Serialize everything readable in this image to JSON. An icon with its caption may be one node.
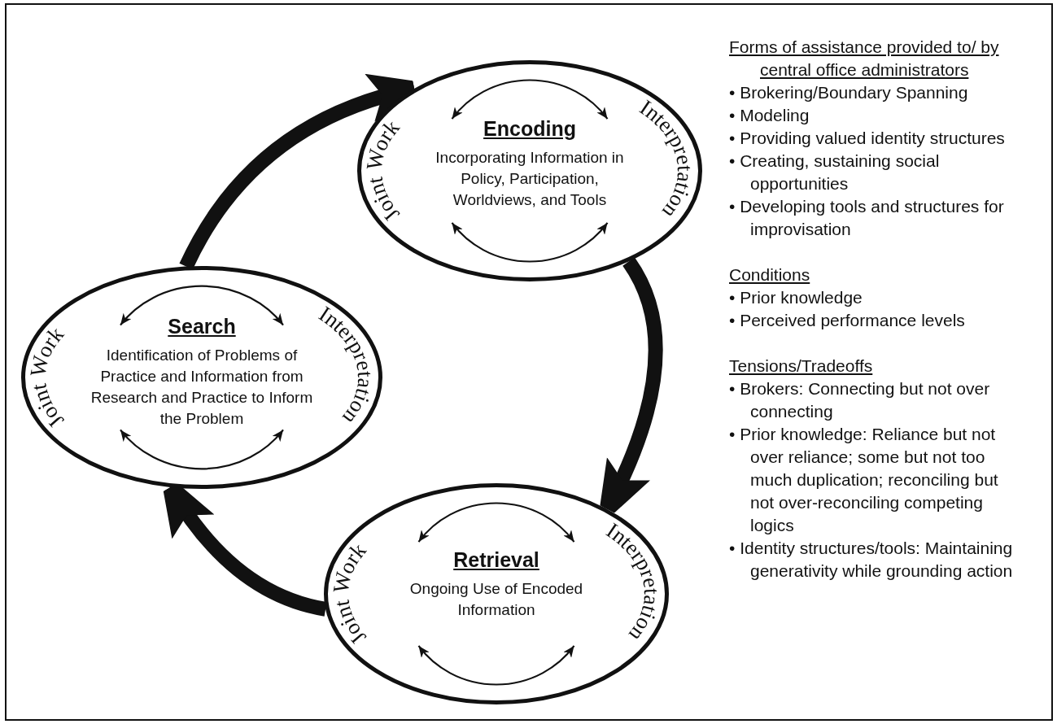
{
  "diagram": {
    "nodes": [
      {
        "text": [
          "Joint Work",
          "Encoding",
          "Incorporating Information in Policy, Participation, Worldviews, and Tools",
          "Interpretation"
        ]
      },
      {
        "text": [
          "Joint Work",
          "Search",
          "Identification of Problems of Practice and Information from Research and Practice to Inform the Problem",
          "Interpretation"
        ]
      },
      {
        "text": [
          "Joint Work",
          "Retrieval",
          "Ongoing Use of Encoded Information",
          "Interpretation"
        ]
      }
    ],
    "edges": [
      {
        "from": 1,
        "to": 0,
        "arrow": "to"
      },
      {
        "from": 0,
        "to": 2,
        "arrow": "to"
      },
      {
        "from": 2,
        "to": 1,
        "arrow": "to"
      }
    ],
    "labels": [
      "Forms of assistance provided to/ by central office administrators",
      "• Brokering/Boundary Spanning",
      "• Modeling",
      "• Providing valued identity structures",
      "• Creating, sustaining social opportunities",
      "• Developing tools and structures for improvisation",
      "Conditions",
      "• Prior knowledge",
      "• Perceived performance levels",
      "Tensions/Tradeoffs",
      "• Brokers: Connecting but not over connecting",
      "• Prior knowledge: Reliance but not over reliance; some but not too much duplication; reconciling but not over-reconciling competing logics",
      "• Identity structures/tools: Maintaining generativity while grounding action"
    ]
  }
}
